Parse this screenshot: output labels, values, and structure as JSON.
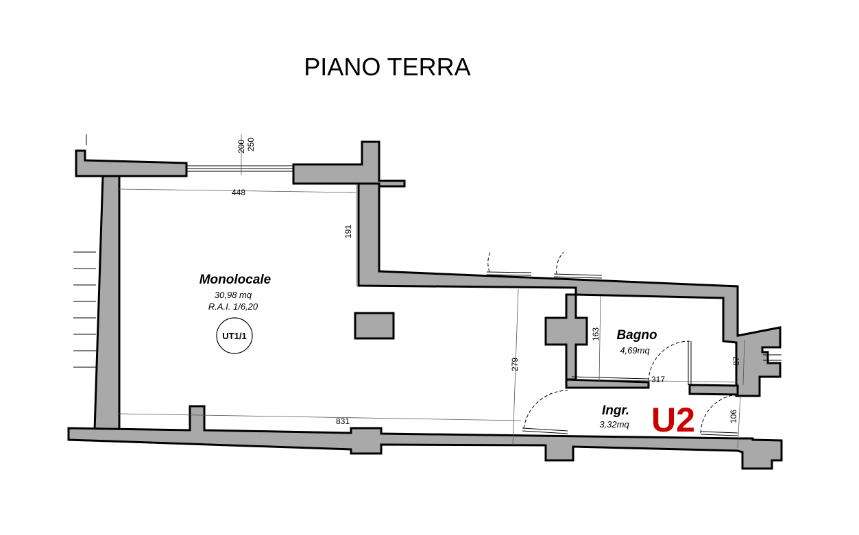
{
  "title": "PIANO TERRA",
  "rooms": {
    "monolocale": {
      "name": "Monolocale",
      "area": "30,98 mq",
      "rai": "R.A.I. 1/6,20"
    },
    "bagno": {
      "name": "Bagno",
      "area": "4,69mq"
    },
    "ingresso": {
      "name": "Ingr.",
      "area": "3,32mq"
    }
  },
  "unit_tag": "UT1/1",
  "unit_label": "U2",
  "dimensions": {
    "d200": "200",
    "d250": "250",
    "d448": "448",
    "d191": "191",
    "d279": "279",
    "d163": "163",
    "d317": "317",
    "d87": "87",
    "d106": "106",
    "d831": "831"
  },
  "colors": {
    "wall_fill": "#a9a9a9",
    "wall_stroke": "#000000",
    "unit_label": "#cc0000"
  }
}
